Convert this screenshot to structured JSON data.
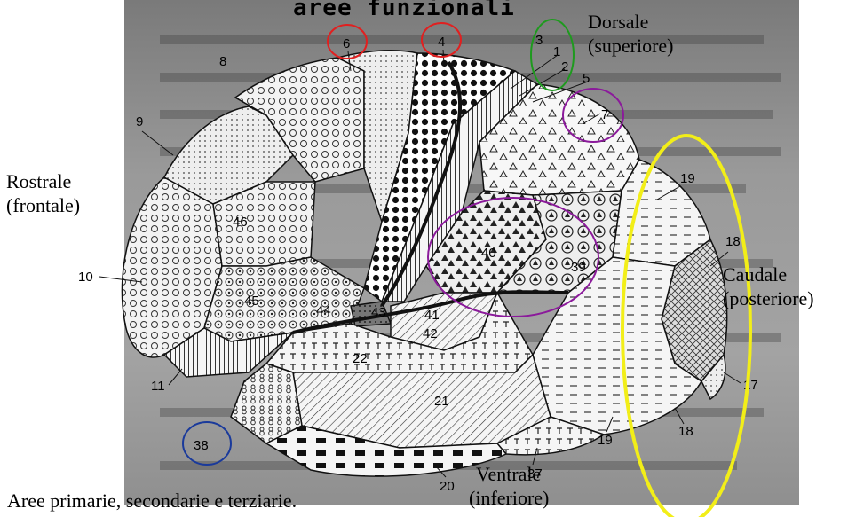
{
  "title": "aree funzionali",
  "caption": "Aree primarie, secondarie e terziarie.",
  "directions": {
    "dorsal": [
      "Dorsale",
      "(superiore)"
    ],
    "rostral": [
      "Rostrale",
      "(frontale)"
    ],
    "caudal": [
      "Caudale",
      "(posteriore)"
    ],
    "ventral": [
      "Ventrale",
      "(inferiore)"
    ]
  },
  "area_numbers": [
    "1",
    "2",
    "3",
    "4",
    "5",
    "6",
    "7",
    "8",
    "9",
    "10",
    "11",
    "17",
    "18",
    "18",
    "19",
    "19",
    "20",
    "21",
    "22",
    "37",
    "38",
    "39",
    "40",
    "41",
    "42",
    "43",
    "44",
    "45",
    "46"
  ],
  "highlight_colors": {
    "area_6": "#e02020",
    "area_4": "#e02020",
    "area_3": "#1e9a1e",
    "area_7": "#8b1a9b",
    "areas_39_40": "#8b1a9b",
    "area_38": "#1a3a9b",
    "occipital": "#f2ee18"
  }
}
